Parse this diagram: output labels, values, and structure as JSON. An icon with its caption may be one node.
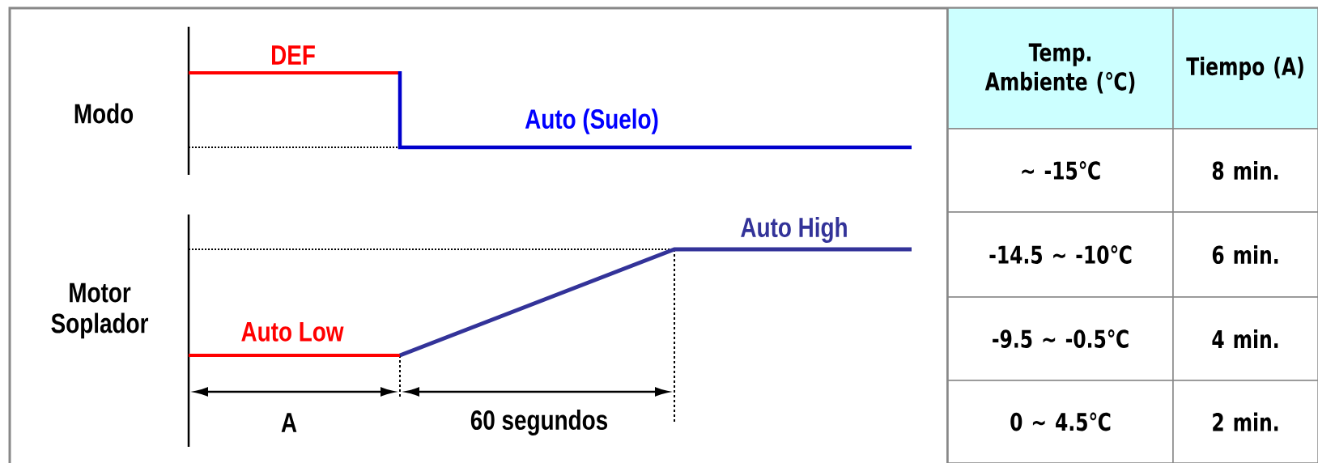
{
  "diagram": {
    "labels": [
      "Modo",
      "DEF",
      "Auto (Suelo)",
      "Motor Soplador",
      "Auto High",
      "Auto Low",
      "A",
      "60 segundos",
      "Temp. Ambiente (℃)",
      "Tiempo (A)",
      "~  -15℃",
      "8 min.",
      "-14.5 ~ -10℃",
      "6 min.",
      "-9.5 ~ -0.5℃",
      "4 min.",
      "0 ~ 4.5℃",
      "2 min."
    ]
  }
}
